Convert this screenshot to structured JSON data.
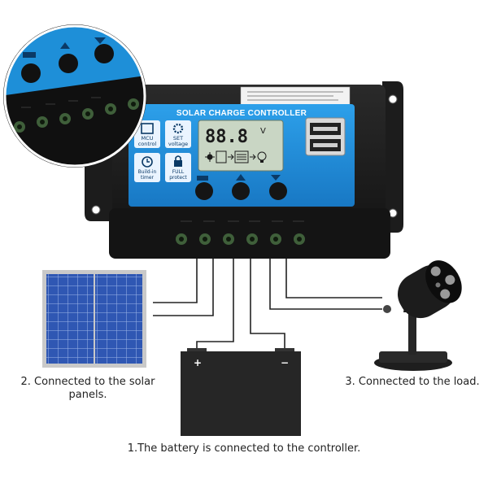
{
  "controller": {
    "header": "SOLAR CHARGE CONTROLLER",
    "lcd_value": "88.8",
    "lcd_unit": "V",
    "features": [
      {
        "icon": "chip-icon",
        "line1": "MCU",
        "line2": "control"
      },
      {
        "icon": "gear-icon",
        "line1": "SET",
        "line2": "voltage"
      },
      {
        "icon": "clock-icon",
        "line1": "Build-in",
        "line2": "timer"
      },
      {
        "icon": "lock-icon",
        "line1": "FULL",
        "line2": "protect"
      }
    ]
  },
  "captions": {
    "solar_line1": "2. Connected to the solar",
    "solar_line2": "panels.",
    "load": "3. Connected to the load.",
    "battery": "1.The battery is connected to the controller."
  },
  "battery": {
    "plus": "+",
    "minus": "−"
  },
  "colors": {
    "panel_blue": "#1e8fd8",
    "case_black": "#1a1a1a",
    "lcd_green": "#c9d6c4",
    "solar_blue": "#2f57b3",
    "terminal_green": "#3f5f3a"
  }
}
